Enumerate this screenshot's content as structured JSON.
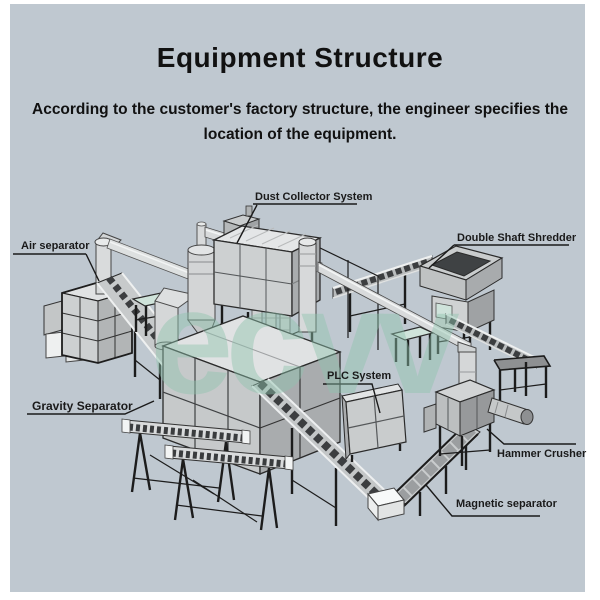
{
  "page": {
    "title": "Equipment Structure",
    "subtitle_line1": "According to the customer's factory structure, the engineer specifies the",
    "subtitle_line2": "location of the equipment.",
    "watermark": "ecvv"
  },
  "equipment_labels": {
    "dust_collector": "Dust Collector System",
    "double_shaft_shredder": "Double Shaft Shredder",
    "air_separator": "Air separator",
    "plc_system": "PLC System",
    "gravity_separator": "Gravity Separator",
    "hammer_crusher": "Hammer Crusher",
    "magnetic_separator": "Magnetic separator"
  },
  "colors": {
    "background": "#bfc8d0",
    "page_margin": "#ffffff",
    "title_text": "#111111",
    "label_text": "#1a1a1a",
    "leader_line": "#1a1a1a",
    "watermark": "#8fc4ae",
    "machine_light": "#d5d7d8",
    "machine_mid": "#c6c9ca",
    "machine_shadow": "#a9acae",
    "frame_black": "#1c1c1c",
    "accent_teal": "#cfe3da"
  }
}
